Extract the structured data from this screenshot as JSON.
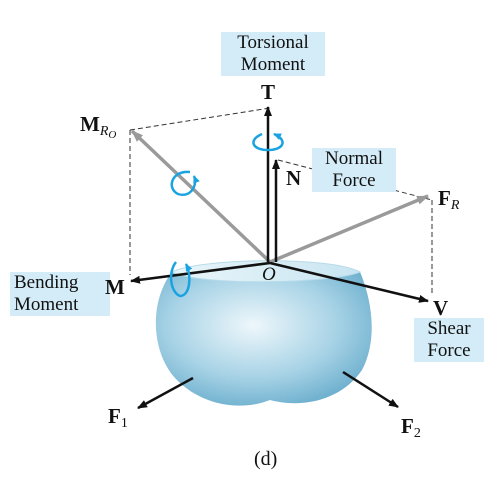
{
  "labels": {
    "torsional_moment": [
      "Torsional",
      "Moment"
    ],
    "normal_force": [
      "Normal",
      "Force"
    ],
    "bending_moment": [
      "Bending",
      "Moment"
    ],
    "shear_force": [
      "Shear",
      "Force"
    ],
    "T": "T",
    "N": "N",
    "M": "M",
    "V": "V",
    "MRo_main": "M",
    "MRo_sub": "R",
    "MRo_subsub": "O",
    "FR_main": "F",
    "FR_sub": "R",
    "O": "O",
    "F1_main": "F",
    "F1_sub": "1",
    "F2_main": "F",
    "F2_sub": "2",
    "caption": "(d)"
  },
  "colors": {
    "label_box": "#d4ecf7",
    "rotation_arrow": "#1aa3e0",
    "resultant_arrow": "#9a9a9a",
    "component_arrow": "#111111",
    "body_fill": "#8cc4dc"
  }
}
